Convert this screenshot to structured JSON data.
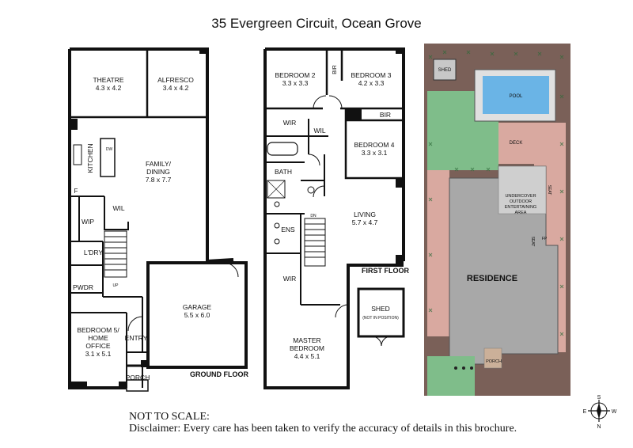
{
  "title": "35 Evergreen Circuit, Ocean Grove",
  "ground_floor": {
    "label": "GROUND FLOOR",
    "rooms": [
      {
        "name": "THEATRE",
        "size": "4.3 x 4.2"
      },
      {
        "name": "ALFRESCO",
        "size": "3.4 x 4.2"
      },
      {
        "name": "KITCHEN"
      },
      {
        "name": "FAMILY/",
        "name2": "DINING",
        "size": "7.8 x 7.7"
      },
      {
        "name": "WIP"
      },
      {
        "name": "WIL"
      },
      {
        "name": "L'DRY"
      },
      {
        "name": "PWDR"
      },
      {
        "name": "GARAGE",
        "size": "5.5 x 6.0"
      },
      {
        "name": "BEDROOM 5/",
        "name2": "HOME",
        "name3": "OFFICE",
        "size": "3.1 x 5.1"
      },
      {
        "name": "ENTRY"
      },
      {
        "name": "PORCH"
      }
    ],
    "marks": {
      "fridge": "F",
      "dw": "DW",
      "up": "UP"
    }
  },
  "first_floor": {
    "label": "FIRST FLOOR",
    "rooms": [
      {
        "name": "BEDROOM 2",
        "size": "3.3 x 3.3"
      },
      {
        "name": "BEDROOM 3",
        "size": "4.2 x 3.3"
      },
      {
        "name": "BIR"
      },
      {
        "name": "BIR"
      },
      {
        "name": "WIR"
      },
      {
        "name": "WIL"
      },
      {
        "name": "BEDROOM 4",
        "size": "3.3 x 3.1"
      },
      {
        "name": "BATH"
      },
      {
        "name": "ENS"
      },
      {
        "name": "LIVING",
        "size": "5.7 x 4.7"
      },
      {
        "name": "WIR"
      },
      {
        "name": "MASTER",
        "name2": "BEDROOM",
        "size": "4.4 x 5.1"
      }
    ],
    "marks": {
      "dn": "DN"
    }
  },
  "shed_small": {
    "name": "SHED",
    "note": "(NOT IN POSITION)"
  },
  "site_plan": {
    "shed": "SHED",
    "pool": "POOL",
    "deck": "DECK",
    "undercover_lines": [
      "UNDERCOVER",
      "OUTDOOR",
      "ENTERTAINING",
      "AREA"
    ],
    "seat_1": "SEAT",
    "seat_2": "SEAT",
    "fp": "FP",
    "residence": "RESIDENCE",
    "porch": "PORCH",
    "colors": {
      "lawn": "#7fbd8a",
      "paving": "#d9a9a0",
      "garden": "#7a6058",
      "house": "#a8a8a8",
      "pool": "#6ab4e6"
    }
  },
  "compass": {
    "n": "N",
    "s": "S",
    "e": "E",
    "w": "W"
  },
  "notes": {
    "not_to_scale": "NOT TO SCALE:",
    "disclaimer": "Disclaimer: Every care has been taken to verify the accuracy of details in this brochure."
  }
}
